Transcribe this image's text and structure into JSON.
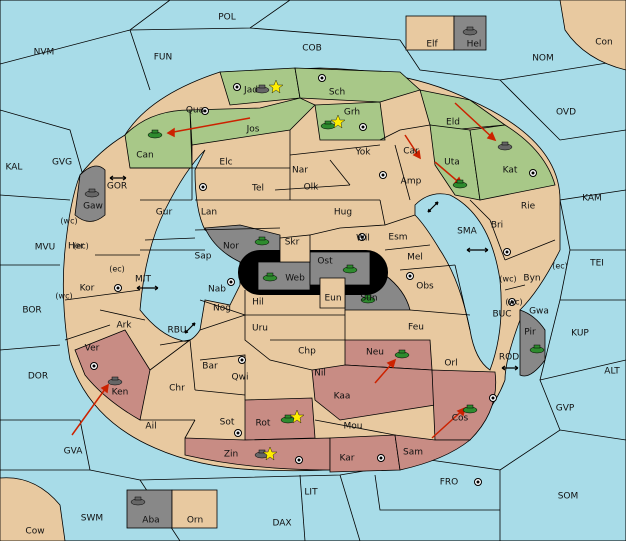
{
  "colors": {
    "sea": "#a8dce8",
    "land": "#e8c9a0",
    "green": "#a8c888",
    "red": "#c88c84",
    "gray": "#888888",
    "arrow": "#cc2200",
    "line": "#000000"
  },
  "sea_labels": [
    "POL",
    "NVM",
    "FUN",
    "COB",
    "NOM",
    "Con",
    "OVD",
    "KAL",
    "GVG",
    "KAM",
    "MVU",
    "TEI",
    "BOR",
    "SMA",
    "KUP",
    "DOR",
    "ALT",
    "GVP",
    "GVA",
    "FRO",
    "SOM",
    "SWM",
    "LIT",
    "DAX",
    "Cow",
    "MIT",
    "RBU",
    "BUC",
    "ROD",
    "GOR"
  ],
  "land_labels": [
    "Jad",
    "Sch",
    "Qua",
    "Jos",
    "Grh",
    "Eld",
    "Can",
    "Elc",
    "Nar",
    "Yok",
    "Car",
    "Uta",
    "Kat",
    "Tel",
    "Olk",
    "Amp",
    "Gur",
    "Lan",
    "Hug",
    "Rie",
    "Bri",
    "Nor",
    "Skr",
    "Wil",
    "Esm",
    "Gaw",
    "Sap",
    "Ost",
    "Mel",
    "Her",
    "Web",
    "Byn",
    "Kor",
    "Nab",
    "Eun",
    "Sun",
    "Obs",
    "Gwa",
    "Ark",
    "Hil",
    "Nog",
    "Uru",
    "Feu",
    "Pir",
    "Ver",
    "Bar",
    "Chp",
    "Neu",
    "Qwi",
    "Nil",
    "Orl",
    "Chr",
    "Ken",
    "Kaa",
    "Sot",
    "Rot",
    "Ail",
    "Mou",
    "Cos",
    "Zin",
    "Kar",
    "Sam",
    "Elf",
    "Hel",
    "Aba",
    "Orn"
  ],
  "annotations": {
    "wc": "(wc)",
    "ec": "(ec)"
  },
  "icons": {
    "army_green": "tank-icon-green",
    "army_gray": "tank-icon-gray",
    "home": "supply-center-icon",
    "star": "star-icon"
  }
}
